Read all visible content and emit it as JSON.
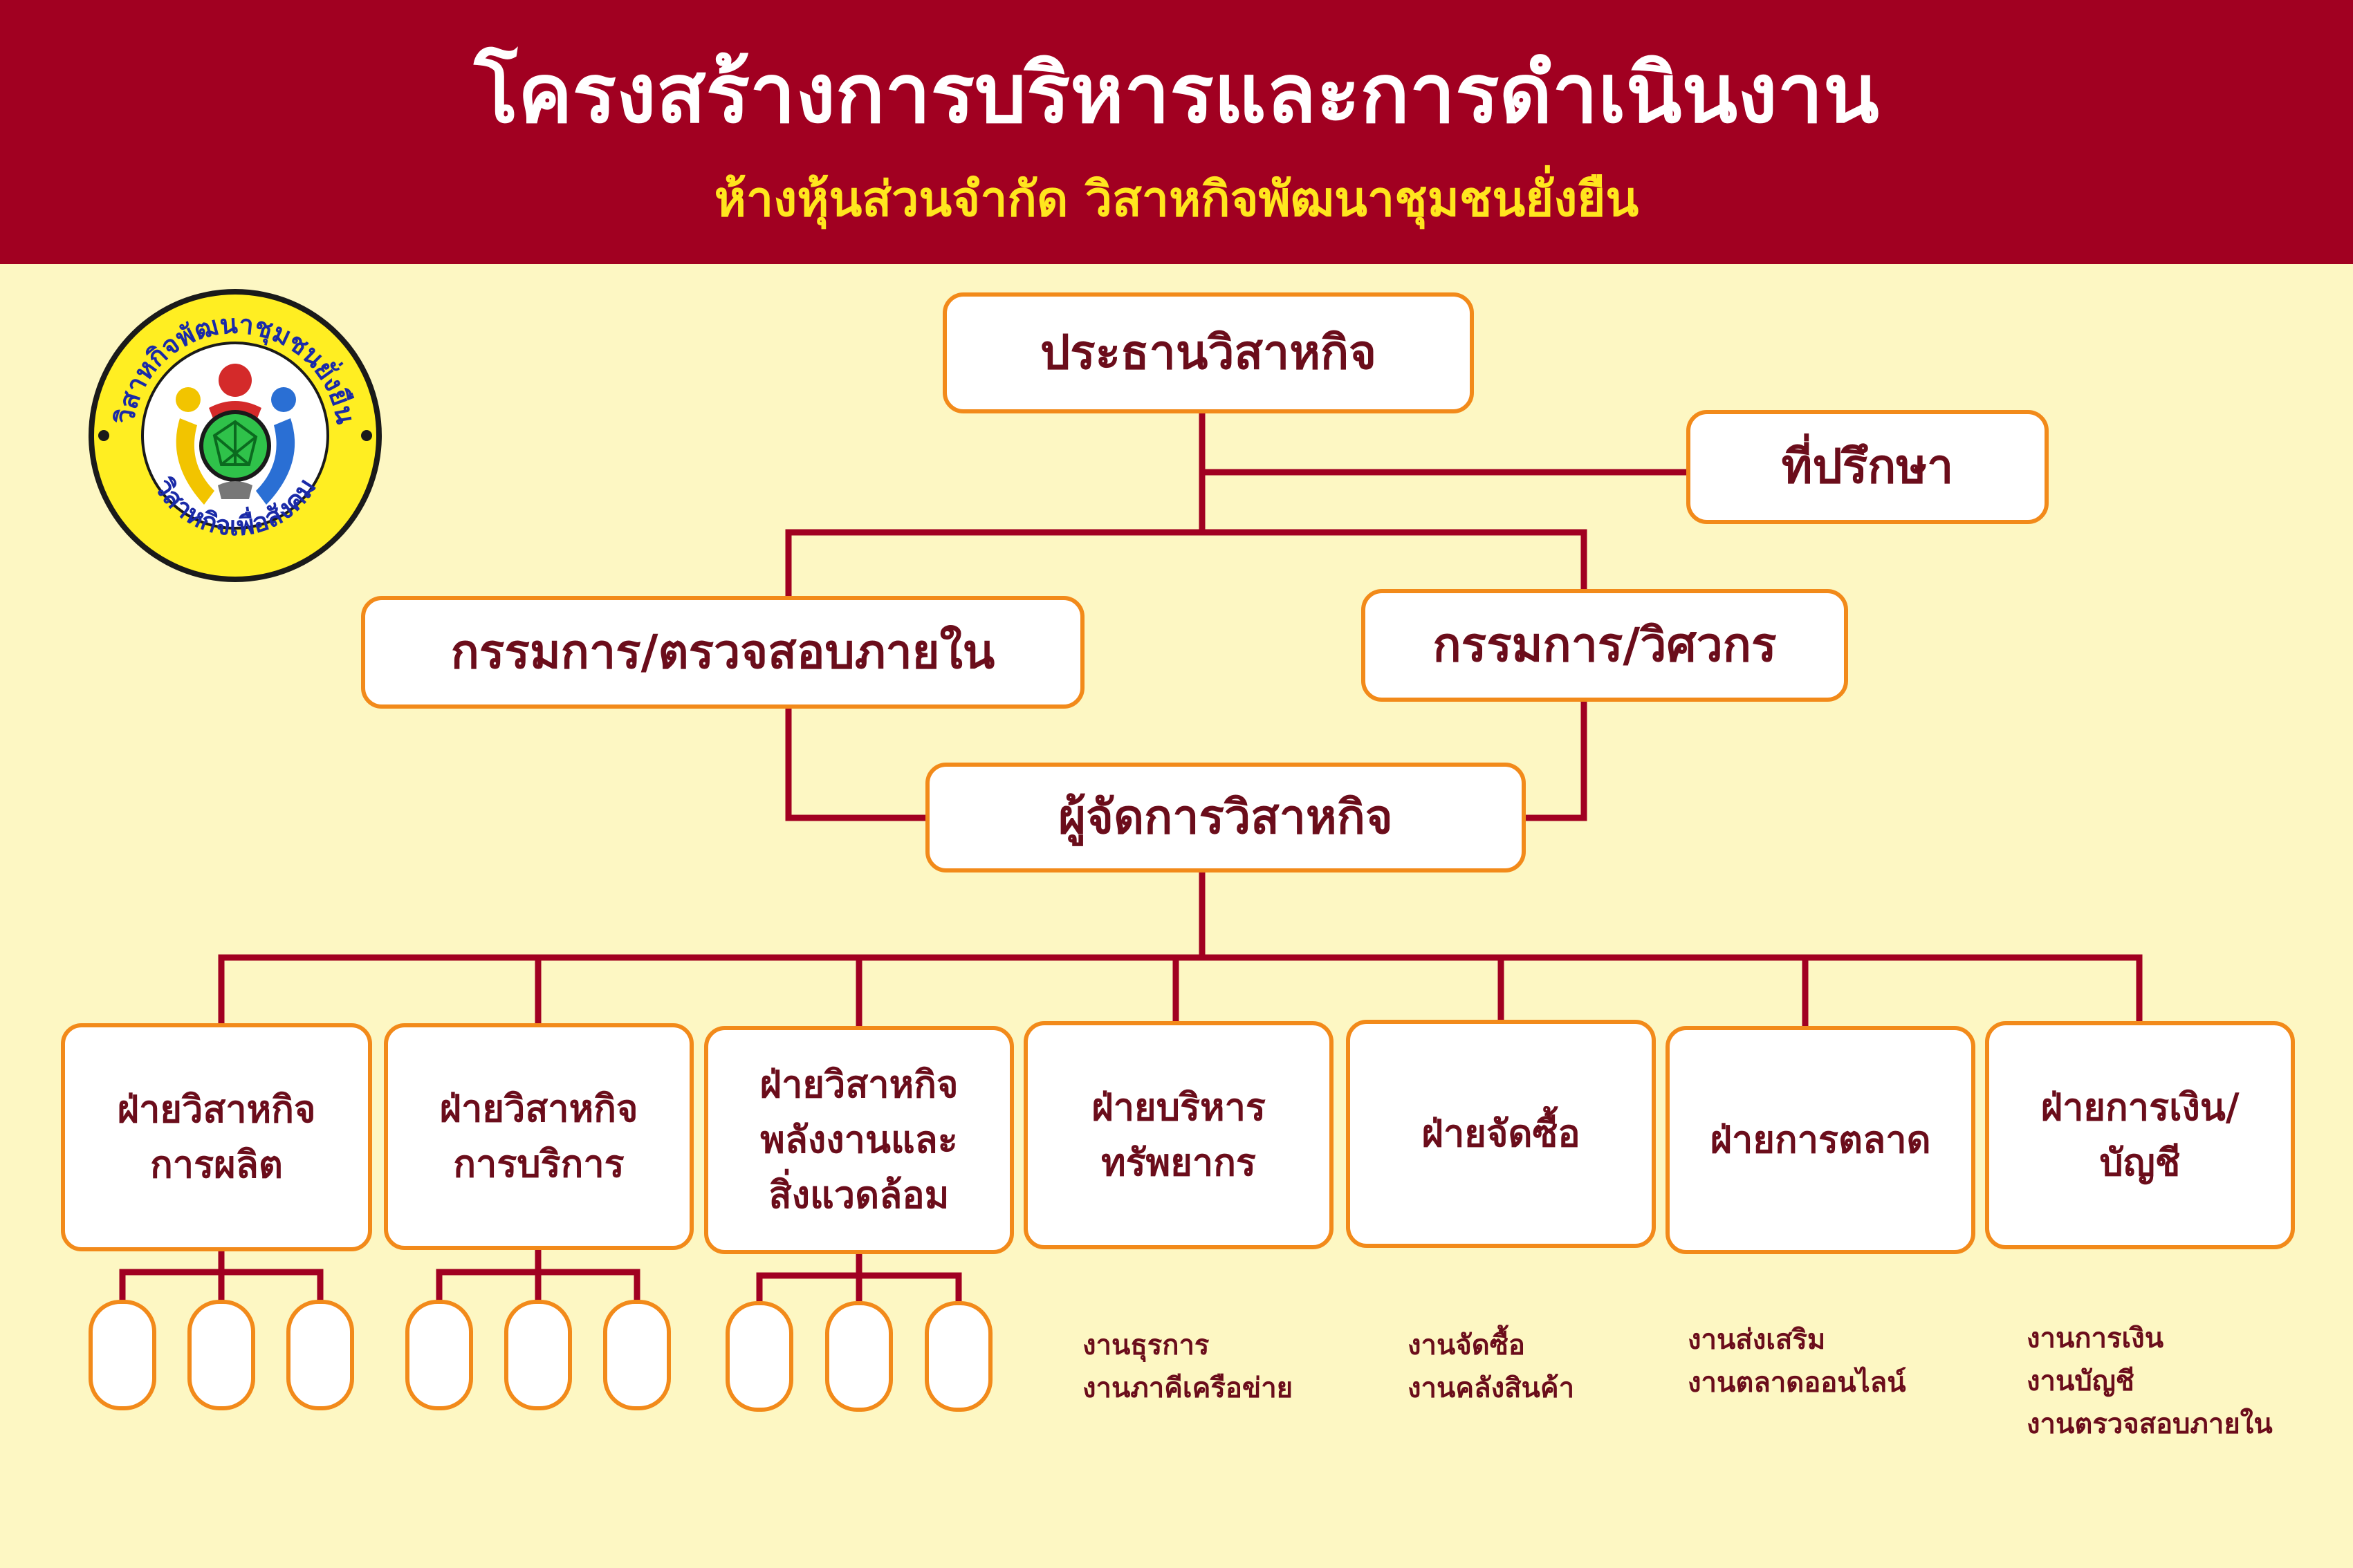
{
  "header": {
    "title": "โครงสร้างการบริหารและการดำเนินงาน",
    "subtitle": "ห้างหุ้นส่วนจำกัด วิสาหกิจพัฒนาชุมชนยั่งยืน"
  },
  "logo": {
    "top_text": "วิสาหกิจพัฒนาชุมชนยั่งยืน",
    "bottom_text": "วิสาหกิจเพื่อสังคม"
  },
  "org": {
    "chairman": "ประธานวิสาหกิจ",
    "advisor": "ที่ปรึกษา",
    "committee_audit": "กรรมการ/ตรวจสอบภายใน",
    "committee_engineer": "กรรมการ/วิศวกร",
    "manager": "ผู้จัดการวิสาหกิจ"
  },
  "departments": [
    {
      "lines": [
        "ฝ่ายวิสาหกิจ",
        "การผลิต"
      ],
      "tasks": []
    },
    {
      "lines": [
        "ฝ่ายวิสาหกิจ",
        "การบริการ"
      ],
      "tasks": []
    },
    {
      "lines": [
        "ฝ่ายวิสาหกิจ",
        "พลังงานและ",
        "สิ่งแวดล้อม"
      ],
      "tasks": []
    },
    {
      "lines": [
        "ฝ่ายบริหาร",
        "ทรัพยากร"
      ],
      "tasks": [
        "งานธุรการ",
        "งานภาคีเครือข่าย"
      ]
    },
    {
      "lines": [
        "ฝ่ายจัดซื้อ"
      ],
      "tasks": [
        "งานจัดซื้อ",
        "งานคลังสินค้า"
      ]
    },
    {
      "lines": [
        "ฝ่ายการตลาด"
      ],
      "tasks": [
        "งานส่งเสริม",
        "งานตลาดออนไลน์"
      ]
    },
    {
      "lines": [
        "ฝ่ายการเงิน/",
        "บัญชี"
      ],
      "tasks": [
        "งานการเงิน",
        "งานบัญชี",
        "งานตรวจสอบภายใน"
      ]
    }
  ],
  "colors": {
    "header_bg": "#a10021",
    "title": "#ffffff",
    "subtitle": "#ffe61e",
    "background": "#fdf7c3",
    "connector": "#a10021",
    "box_border": "#f28a1a",
    "text": "#6b0d1b"
  }
}
